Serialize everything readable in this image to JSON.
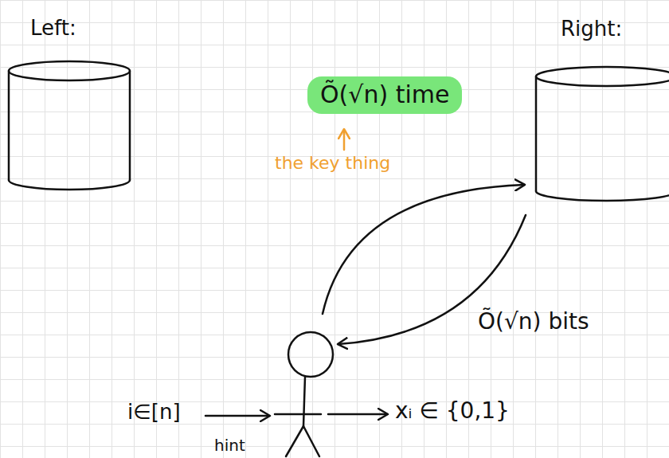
{
  "diagram": {
    "nodes": [
      {
        "text": [
          "Left:"
        ]
      },
      {
        "text": [
          "Right:"
        ]
      },
      {
        "text": [
          "hint"
        ]
      }
    ],
    "edges": [
      {
        "from": 2,
        "to": 1,
        "arrow": "to"
      },
      {
        "from": 1,
        "to": 2,
        "arrow": "to",
        "label": "Õ(√n) bits"
      }
    ],
    "labels": [
      "Õ(√n) time",
      "the key thing",
      "i∈[n]",
      "xᵢ ∈ {0,1}"
    ]
  }
}
